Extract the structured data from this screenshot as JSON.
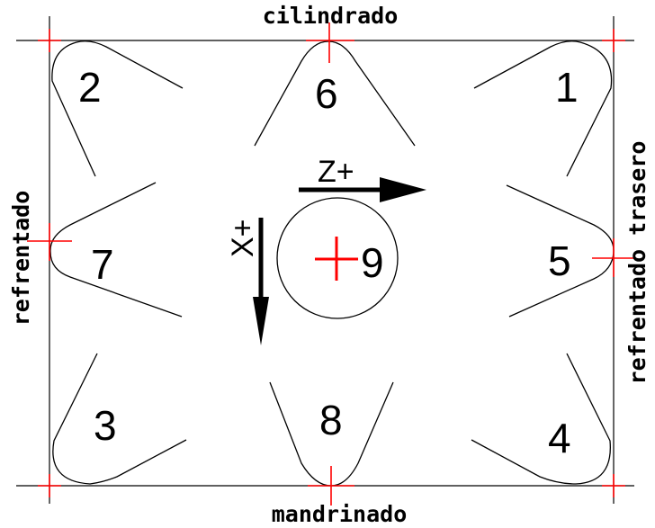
{
  "labels": {
    "top": "cilindrado",
    "bottom": "mandrinado",
    "left": "refrentado",
    "right": "refrentado trasero"
  },
  "positions": [
    "1",
    "2",
    "3",
    "4",
    "5",
    "6",
    "7",
    "8",
    "9"
  ],
  "axes": {
    "z": "Z+",
    "x": "X+"
  },
  "colors": {
    "lines": "#000000",
    "markers": "#ff0000"
  }
}
